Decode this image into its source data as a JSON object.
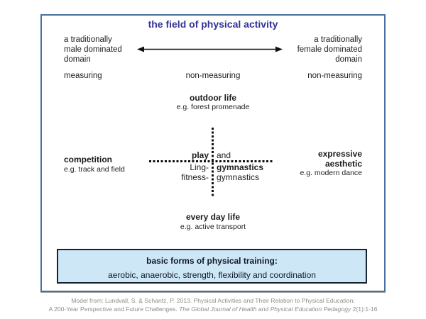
{
  "title": "the field of physical activity",
  "axes": {
    "left_domain": [
      "a traditionally",
      "male dominated",
      "domain"
    ],
    "right_domain": [
      "a traditionally",
      "female dominated",
      "domain"
    ],
    "measuring_left": "measuring",
    "measuring_center": "non-measuring",
    "measuring_right": "non-measuring"
  },
  "quadrants": {
    "top": {
      "label": "outdoor life",
      "example": "e.g. forest promenade"
    },
    "bottom": {
      "label": "every day life",
      "example": "e.g. active transport"
    },
    "left": {
      "label": "competition",
      "example": "e.g. track and field"
    },
    "right": {
      "label_line1": "expressive",
      "label_line2": "aesthetic",
      "example": "e.g. modern dance"
    }
  },
  "center": {
    "row1_left": "play",
    "row1_right": "and",
    "row2_left": "Ling-",
    "row2_right": "gymnastics",
    "row3_left": "fitness-",
    "row3_right": "gymnastics"
  },
  "training_box": {
    "heading": "basic forms of physical training:",
    "items": "aerobic, anaerobic, strength, flexibility and coordination"
  },
  "citation": {
    "line1": "Model from: Lundvall, S. & Schantz, P. 2013. Physical Activities and Their Relation to Physical Education:",
    "line2_prefix": "A 200-Year Perspective and Future Challenges. ",
    "line2_italic": "The Global Journal of Health and Physical Education Pedagogy",
    "line2_suffix": " 2(1):1-16"
  },
  "colors": {
    "title": "#333399",
    "outer_border": "#46719e",
    "training_box_fill": "#cde7f6",
    "training_box_border": "#18222e",
    "citation_text": "#8f8d89",
    "body_text": "#1c1c1c"
  }
}
